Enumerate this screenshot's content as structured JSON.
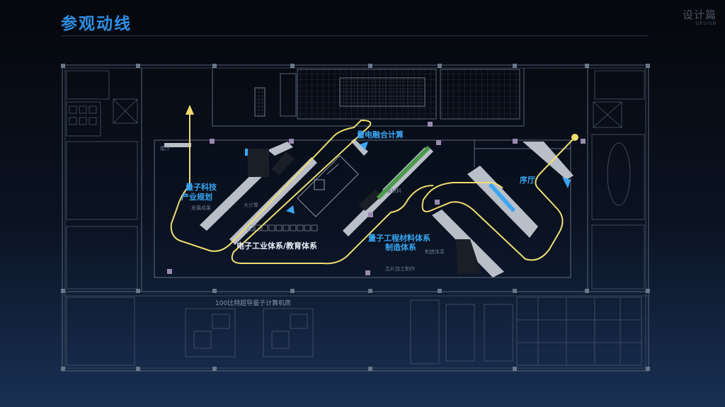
{
  "header": {
    "title": "参观动线",
    "corner_cn": "设计篇",
    "corner_en": "DESIGN"
  },
  "zones": {
    "quantum_industry": "量子科技产业规划",
    "quantum_industry_line1": "量子科技",
    "quantum_industry_line2": "产业规划",
    "electronics": "电子工业体系/教育体系",
    "engineering_line1": "量子工程材料体系",
    "engineering_line2": "制造体系",
    "fusion_compute": "量电融合计算",
    "preface": "序厅"
  },
  "rooms": {
    "computer_room": "100比特超导量子计算机房",
    "tail_hall": "尾厅",
    "big_screen": "大计算",
    "chip": "芯片加工制作",
    "manufacture": "制造体系",
    "materials": "量材料",
    "dev_results": "发展成果"
  },
  "colors": {
    "accent": "#2f8fe6",
    "route": "#f0dc70",
    "highlight": "#3aa6f2"
  }
}
